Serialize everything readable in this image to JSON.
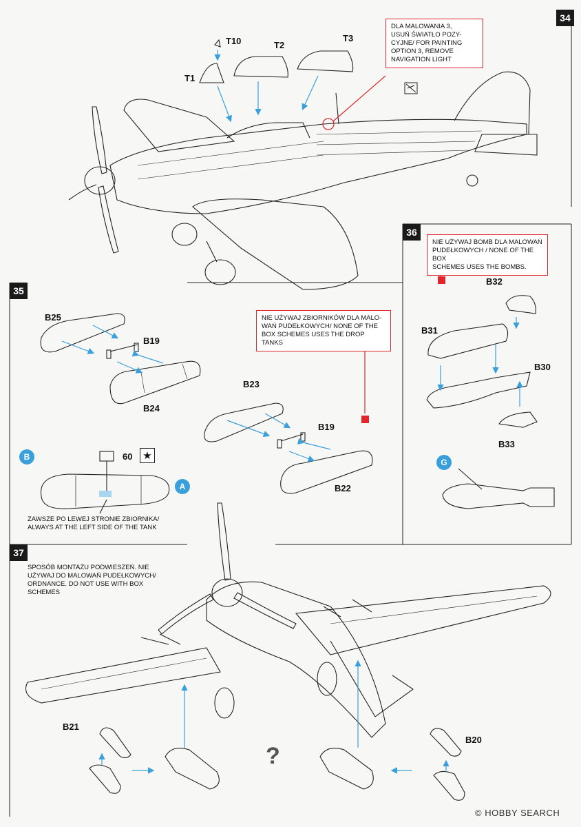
{
  "page_number": "34",
  "steps": {
    "s35": "35",
    "s36": "36",
    "s37": "37"
  },
  "parts": {
    "t10": "T10",
    "t2": "T2",
    "t3": "T3",
    "t1": "T1",
    "b25": "B25",
    "b19a": "B19",
    "b24": "B24",
    "b23": "B23",
    "b19b": "B19",
    "b22": "B22",
    "b32": "B32",
    "b31": "B31",
    "b30": "B30",
    "b33": "B33",
    "b21": "B21",
    "b20": "B20"
  },
  "notes": {
    "nav_light": "DLA MALOWANIA 3,\nUSUŃ ŚWIATŁO POZY-\nCYJNE/ FOR PAINTING\nOPTION 3, REMOVE\nNAVIGATION LIGHT",
    "drop_tanks": "NIE UŻYWAJ ZBIORNIKÓW DLA MALO-\nWAŃ PUDEŁKOWYCH/ NONE OF THE\nBOX SCHEMES USES THE DROP TANKS",
    "bombs": "NIE UŻYWAJ BOMB DLA MALOWAŃ\nPUDEŁKOWYCH / NONE OF THE BOX\nSCHEMES USES THE BOMBS.",
    "tank_side": "ZAWSZE PO LEWEJ STRONIE ZBIORNIKA/\nALWAYS AT THE LEFT SIDE OF THE TANK",
    "ordnance": "SPOSÓB MONTAŻU PODWIESZEŃ. NIE\nUŻYWAJ DO MALOWAŃ PUDEŁKOWYCH/\nORDNANCE. DO NOT USE WITH BOX\nSCHEMES"
  },
  "decal_number": "60",
  "decal_star": "★",
  "markers": {
    "a": "A",
    "b": "B",
    "g": "G"
  },
  "question_mark": "?",
  "watermark": "© HOBBY SEARCH",
  "colors": {
    "accent_red": "#e0262a",
    "accent_blue": "#3aa0dc",
    "line": "#222222",
    "arrow_blue": "#3aa0dc"
  }
}
